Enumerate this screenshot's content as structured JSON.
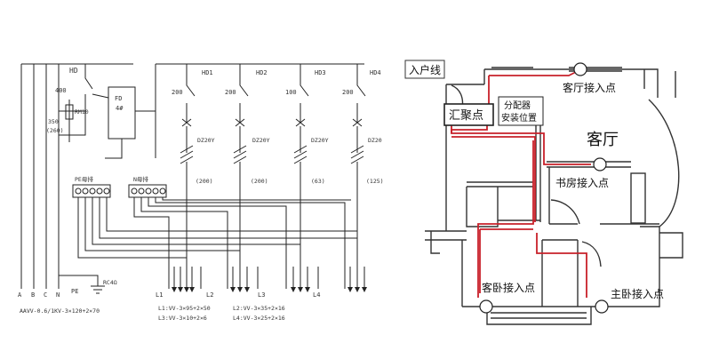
{
  "schematic": {
    "hd_labels": [
      "HD",
      "HD1",
      "HD2",
      "HD3",
      "HD4"
    ],
    "main_rating": "400",
    "rm_label": "RM10",
    "rm_rating_top": "350",
    "rm_rating_bottom": "(260)",
    "fd_label_1": "FD",
    "fd_label_2": "4#",
    "branch_ratings": [
      "200",
      "200",
      "100",
      "200"
    ],
    "dz_labels": [
      "DZ20Y",
      "DZ20Y",
      "DZ20Y",
      "DZ20"
    ],
    "dz_values": [
      "(200)",
      "(200)",
      "(63)",
      "(125)"
    ],
    "pe_bar_label": "PE母排",
    "n_bar_label": "N母排",
    "bottom_letters": [
      "A",
      "B",
      "C",
      "N"
    ],
    "pe_label": "PE",
    "rc_label": "RC4Ω",
    "line_labels": [
      "L1",
      "L2",
      "L3",
      "L4"
    ],
    "cable_main": "AAVV-0.6/1KV-3×120+2×70",
    "cable_l1": "L1:VV-3×95+2×50",
    "cable_l2": "L2:VV-3×35+2×16",
    "cable_l3": "L3:VV-3×10+2×6",
    "cable_l4": "L4:VV-3×25+2×16"
  },
  "floorplan": {
    "entry_line": "入户线",
    "hub_point": "汇聚点",
    "splitter_line1": "分配器",
    "splitter_line2": "安装位置",
    "living_room_point": "客厅接入点",
    "living_room": "客厅",
    "study_point": "书房接入点",
    "guest_bedroom_point": "客卧接入点",
    "master_bedroom_point": "主卧接入点"
  },
  "colors": {
    "route": "#c8202a",
    "line": "#222222",
    "wall": "#333333"
  }
}
